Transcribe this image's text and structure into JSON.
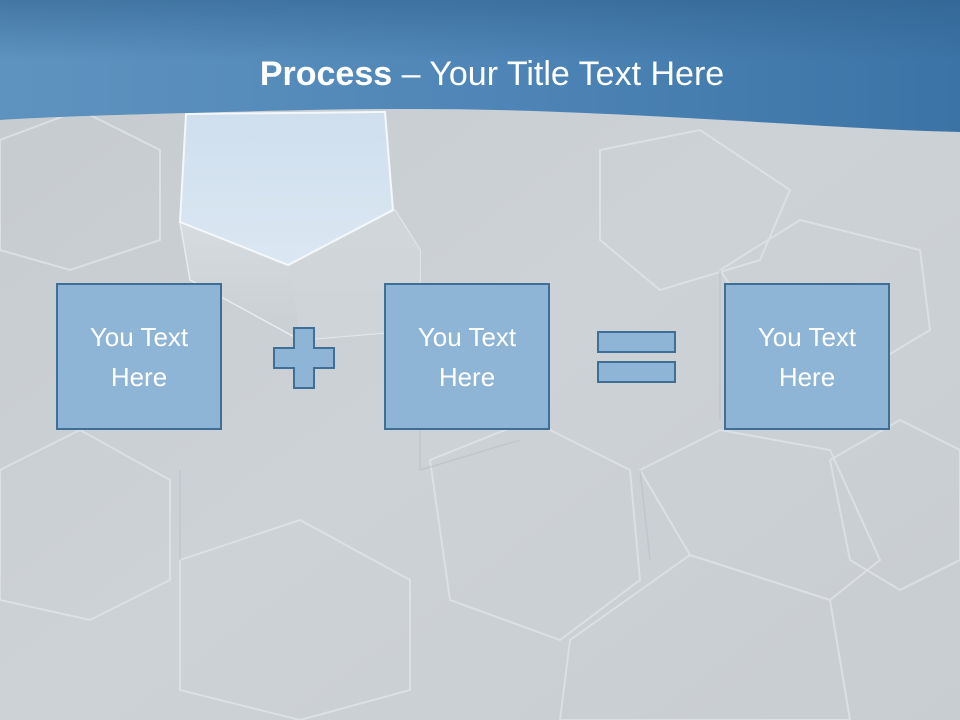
{
  "slide": {
    "title_bold": "Process",
    "title_rest": " – Your Title Text Here",
    "boxes": [
      {
        "text": "You Text Here"
      },
      {
        "text": "You Text Here"
      },
      {
        "text": "You Text Here"
      }
    ],
    "operators": [
      {
        "icon": "plus-icon"
      },
      {
        "icon": "equals-icon"
      }
    ]
  },
  "colors": {
    "header_band": "#4a86b8",
    "background": "#cdd2d6",
    "box_fill": "#8eb4d6",
    "box_border": "#3f6f96"
  }
}
